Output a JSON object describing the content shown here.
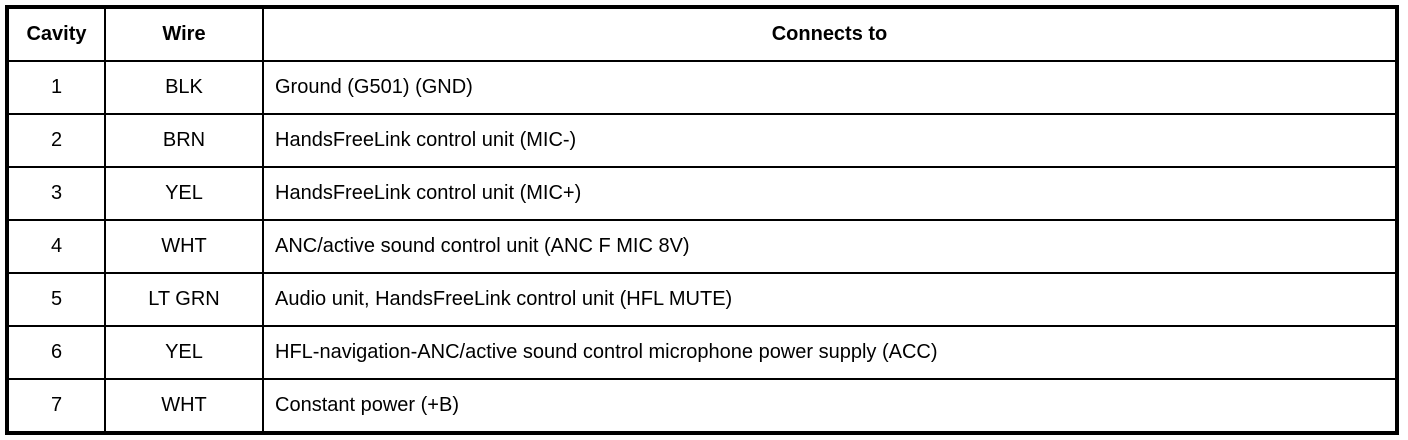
{
  "table": {
    "name": "connector-pinout-table",
    "headers": {
      "cavity": "Cavity",
      "wire": "Wire",
      "connects_to": "Connects to"
    },
    "rows": [
      {
        "cavity": "1",
        "wire": "BLK",
        "connects_to": "Ground (G501) (GND)"
      },
      {
        "cavity": "2",
        "wire": "BRN",
        "connects_to": "HandsFreeLink control unit (MIC-)"
      },
      {
        "cavity": "3",
        "wire": "YEL",
        "connects_to": "HandsFreeLink control unit (MIC+)"
      },
      {
        "cavity": "4",
        "wire": "WHT",
        "connects_to": "ANC/active sound control unit (ANC F MIC 8V)"
      },
      {
        "cavity": "5",
        "wire": "LT GRN",
        "connects_to": "Audio unit, HandsFreeLink control unit (HFL MUTE)"
      },
      {
        "cavity": "6",
        "wire": "YEL",
        "connects_to": "HFL-navigation-ANC/active sound control microphone power supply (ACC)"
      },
      {
        "cavity": "7",
        "wire": "WHT",
        "connects_to": "Constant power (+B)"
      }
    ],
    "colors": {
      "border": "#000000",
      "background": "#ffffff",
      "text": "#000000"
    }
  }
}
